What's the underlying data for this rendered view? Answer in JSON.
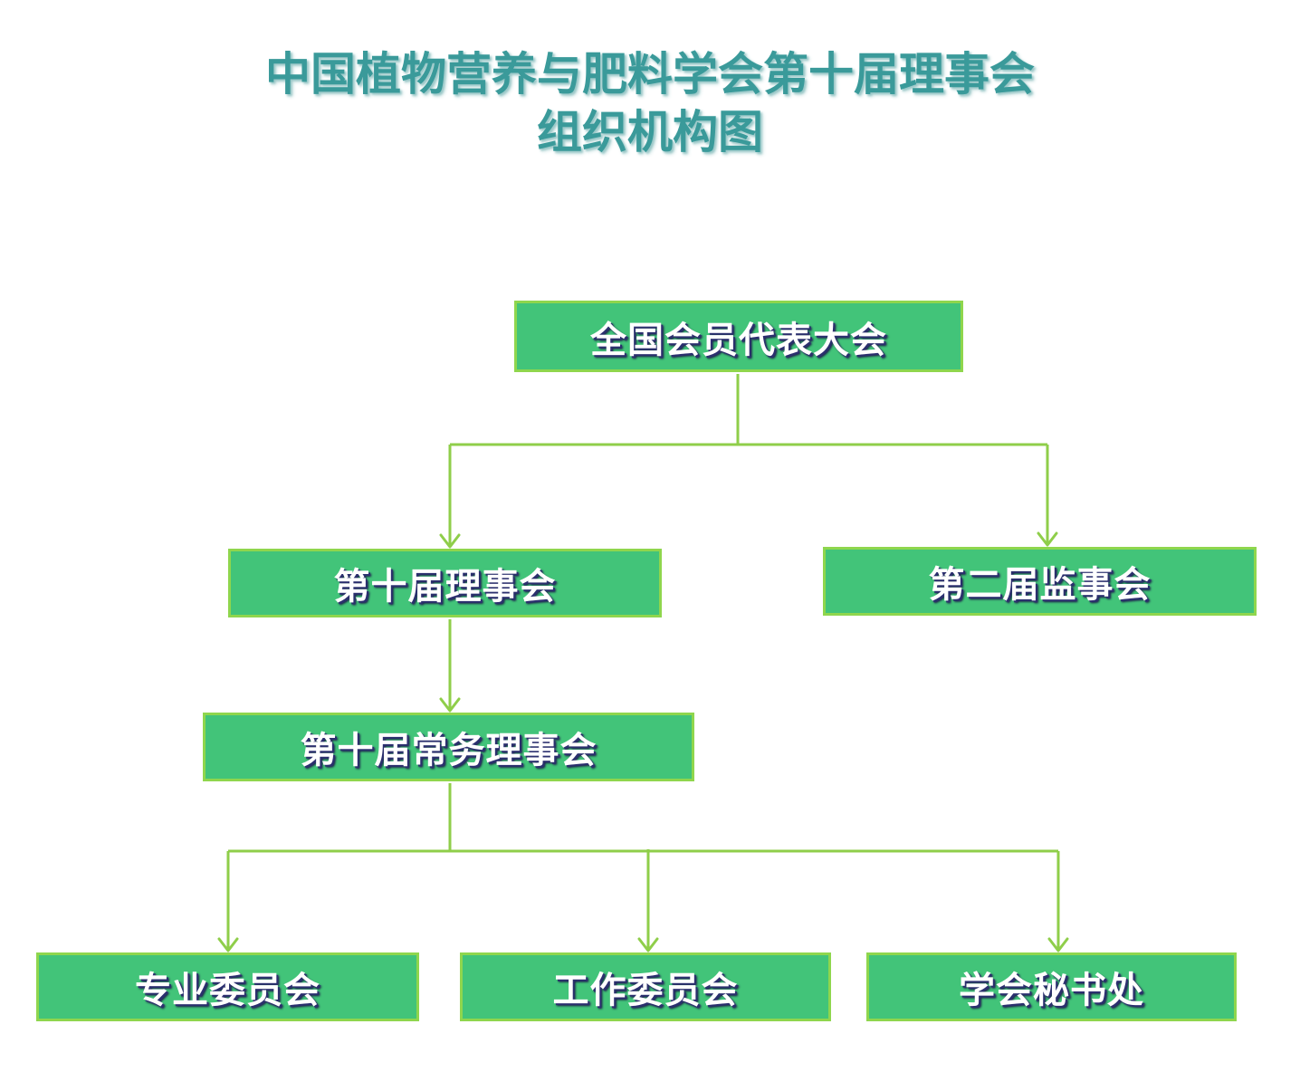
{
  "title": {
    "line1": "中国植物营养与肥料学会第十届理事会",
    "line2": "组织机构图"
  },
  "nodes": {
    "general_assembly": "全国会员代表大会",
    "council": "第十届理事会",
    "supervisory_board": "第二届监事会",
    "standing_council": "第十届常务理事会",
    "professional_committee": "专业委员会",
    "working_committee": "工作委员会",
    "secretariat": "学会秘书处"
  },
  "edges": [
    {
      "from": "全国会员代表大会",
      "to": "第十届理事会"
    },
    {
      "from": "全国会员代表大会",
      "to": "第二届监事会"
    },
    {
      "from": "第十届理事会",
      "to": "第十届常务理事会"
    },
    {
      "from": "第十届常务理事会",
      "to": "专业委员会"
    },
    {
      "from": "第十届常务理事会",
      "to": "工作委员会"
    },
    {
      "from": "第十届常务理事会",
      "to": "学会秘书处"
    }
  ],
  "colors": {
    "title": "#3a9a9a",
    "node_fill": "#42c479",
    "node_border": "#8fd64d",
    "connector": "#8fce4a",
    "label_text": "#ffffff",
    "label_shadow": "#2b2f6e"
  }
}
